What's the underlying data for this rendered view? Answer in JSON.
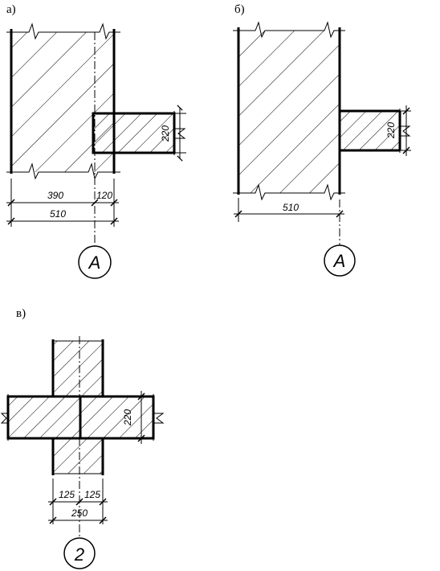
{
  "panels": {
    "a": {
      "label": "а)",
      "dims": {
        "wall_part": "390",
        "pier_part": "120",
        "total": "510",
        "slab": "220"
      },
      "axis": "А"
    },
    "b": {
      "label": "б)",
      "dims": {
        "total": "510",
        "slab": "220"
      },
      "axis": "А"
    },
    "v": {
      "label": "в)",
      "dims": {
        "left": "125",
        "right": "125",
        "total": "250",
        "slab": "220"
      },
      "axis": "2"
    }
  }
}
